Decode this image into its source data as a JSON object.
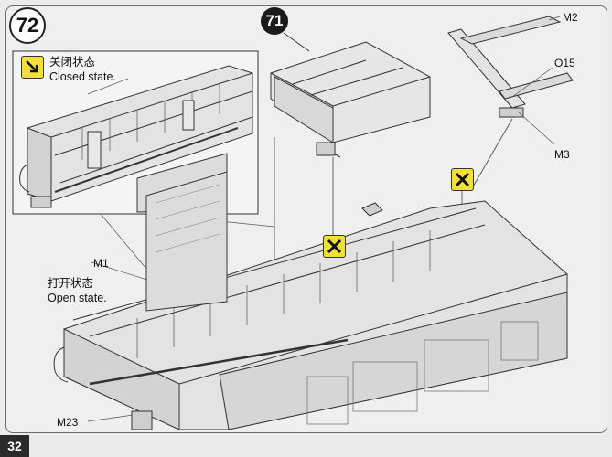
{
  "step": {
    "number": "72",
    "sub_step": "71"
  },
  "closed": {
    "zh": "关闭状态",
    "en": "Closed state."
  },
  "open": {
    "zh": "打开状态",
    "en": "Open state."
  },
  "parts": {
    "m1": "M1",
    "m2": "M2",
    "m3": "M3",
    "o15": "O15",
    "m23": "M23"
  },
  "page_number": "32",
  "icons": {
    "closed_state": "arrow-icon",
    "glue": "x-cross-icon"
  },
  "colors": {
    "icon_yellow": "#f2df3b",
    "ink": "#1b1b1b"
  }
}
